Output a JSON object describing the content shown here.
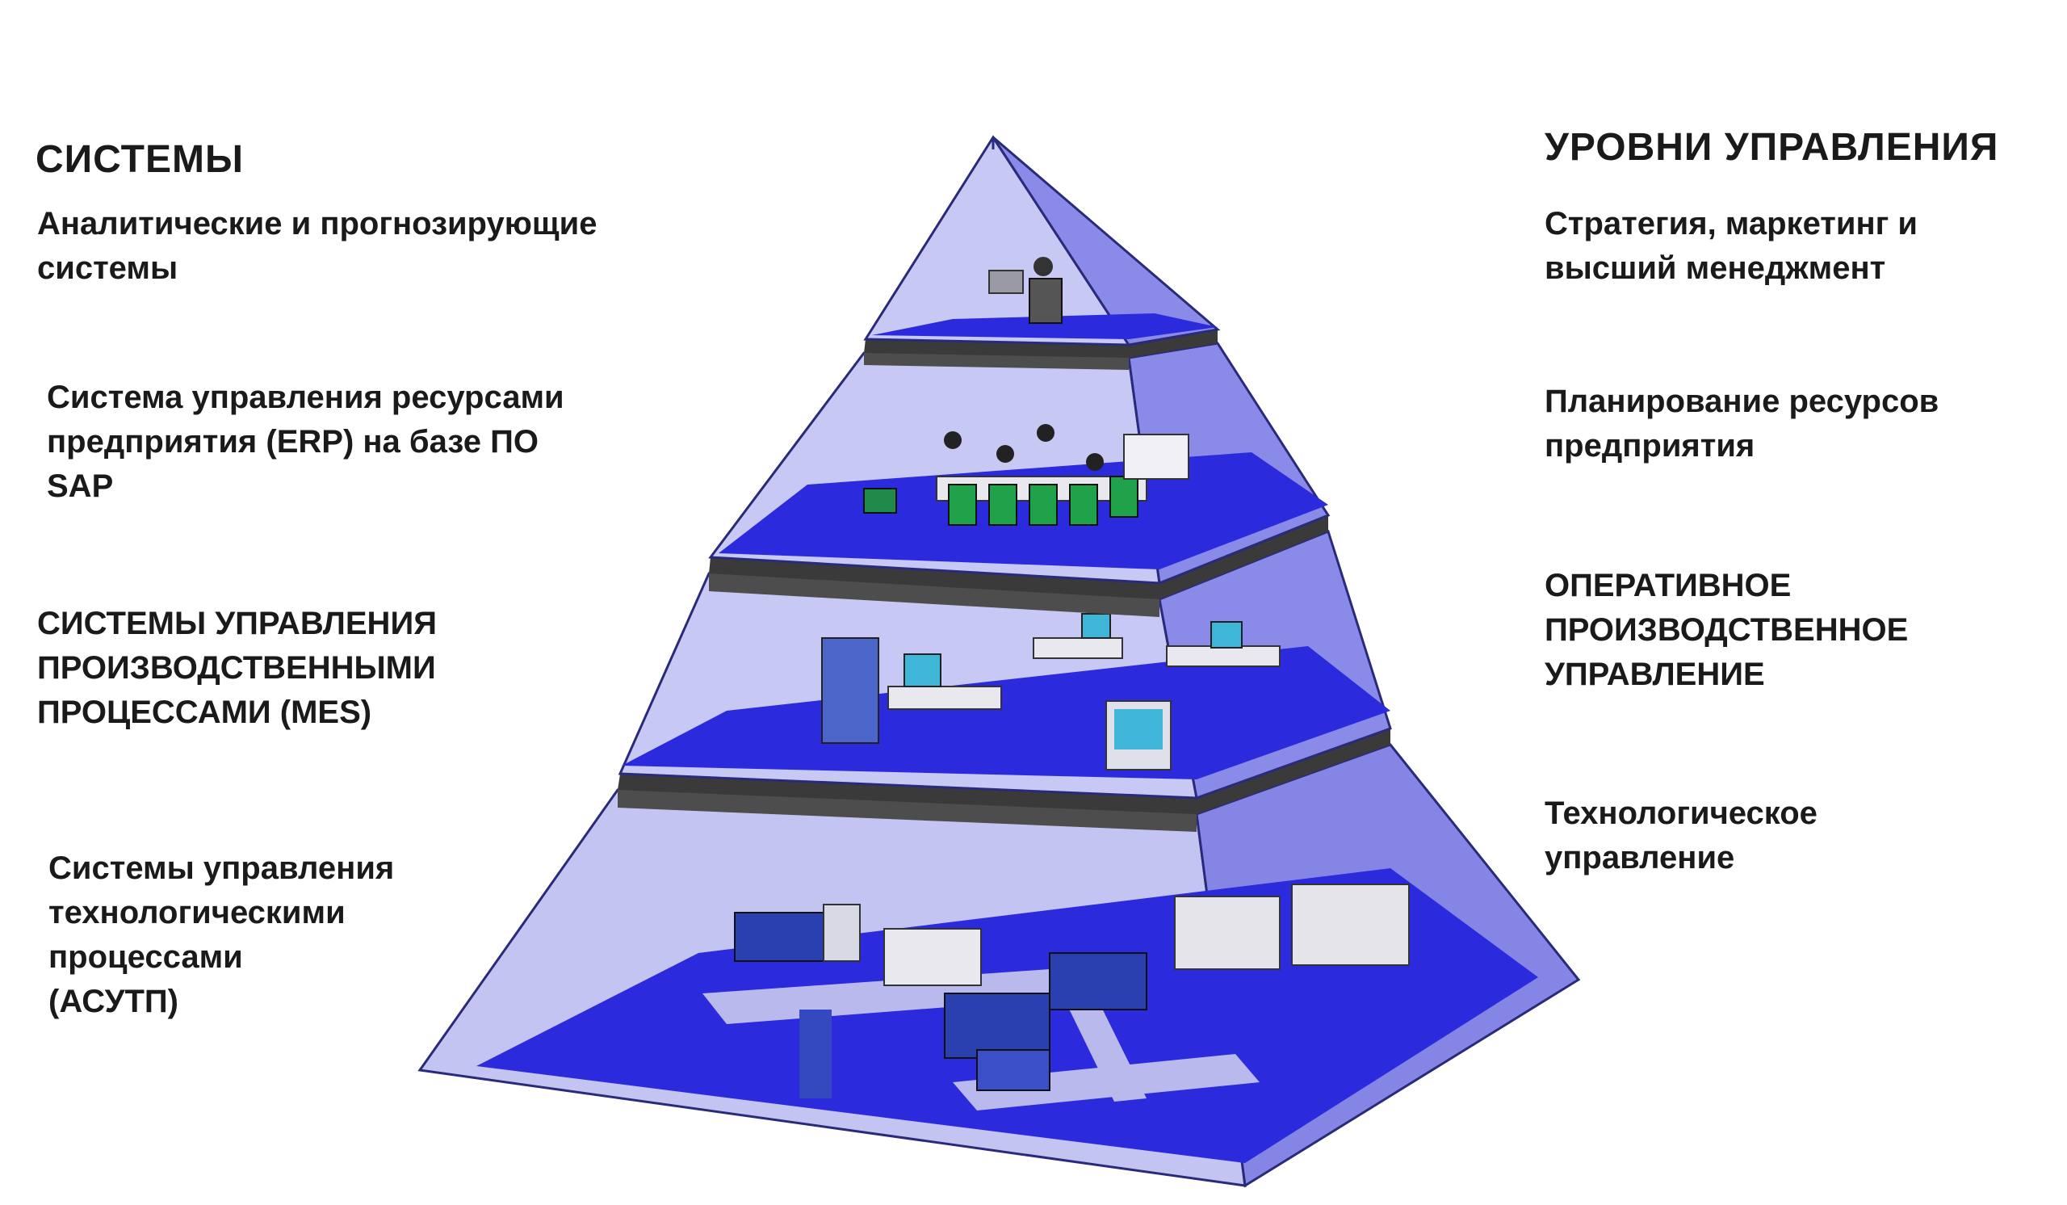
{
  "systems": {
    "heading": "СИСТЕМЫ",
    "items": [
      [
        "Аналитические и прогнозирующие",
        "системы"
      ],
      [
        "Система управления ресурсами",
        "предприятия  (ERP) на базе ПО",
        "SAP"
      ],
      [
        "СИСТЕМЫ УПРАВЛЕНИЯ",
        "ПРОИЗВОДСТВЕННЫМИ",
        "ПРОЦЕССАМИ (MES)"
      ],
      [
        "Системы управления",
        "технологическими",
        "процессами",
        "(АСУТП)"
      ]
    ]
  },
  "levels": {
    "heading": "УРОВНИ  УПРАВЛЕНИЯ",
    "items": [
      [
        "Стратегия, маркетинг и",
        "высший менеджмент"
      ],
      [
        "Планирование ресурсов",
        "предприятия"
      ],
      [
        "ОПЕРАТИВНОЕ",
        "ПРОИЗВОДСТВЕННОЕ",
        "УПРАВЛЕНИЕ"
      ],
      [
        "Технологическое",
        "управление"
      ]
    ]
  },
  "colors": {
    "floor": "#2b2bdd",
    "glass_light": "#c8c8f4",
    "glass_mid": "#8a8ae8",
    "glass_dark": "#6161d9",
    "slab_top": "#4a4a4a",
    "slab_side": "#2e2e2e",
    "edge": "#2a2a7a"
  }
}
